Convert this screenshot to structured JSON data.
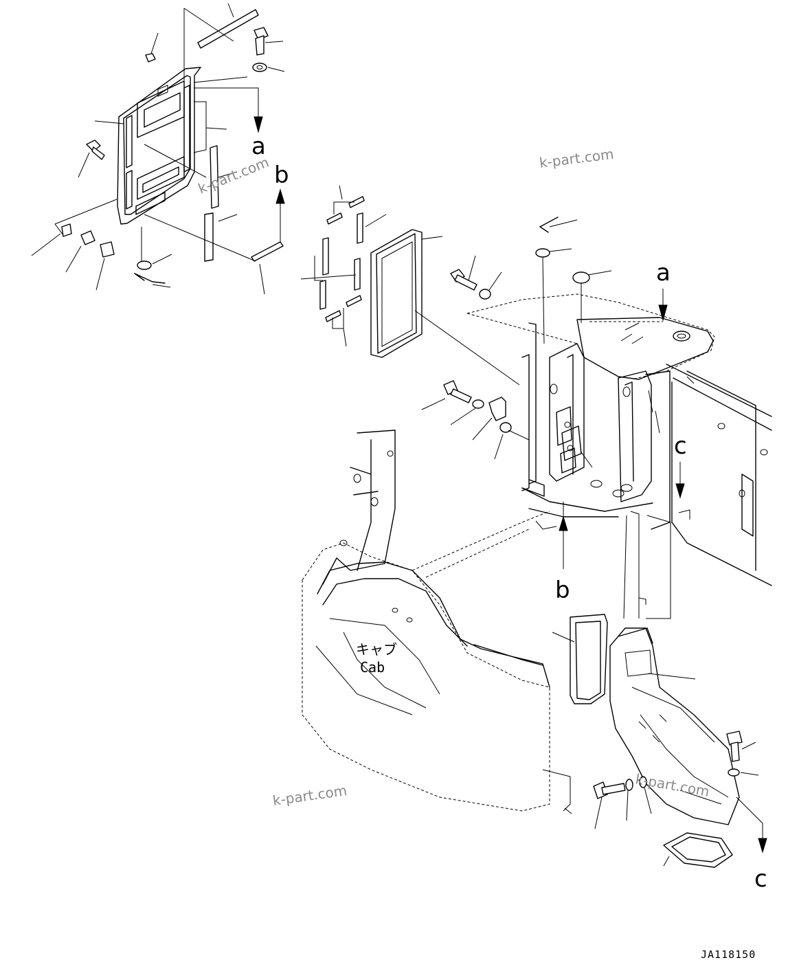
{
  "drawing": {
    "reference_labels": {
      "a_top": "a",
      "a_right": "a",
      "b_top": "b",
      "b_bottom": "b",
      "c_right": "c",
      "c_bottom": "c"
    },
    "cab_label_jp": "キャブ",
    "cab_label_en": "Cab",
    "watermarks": [
      "k-part.com",
      "k-part.com",
      "k-part.com",
      "k-part.com"
    ],
    "drawing_code": "JA118150"
  }
}
